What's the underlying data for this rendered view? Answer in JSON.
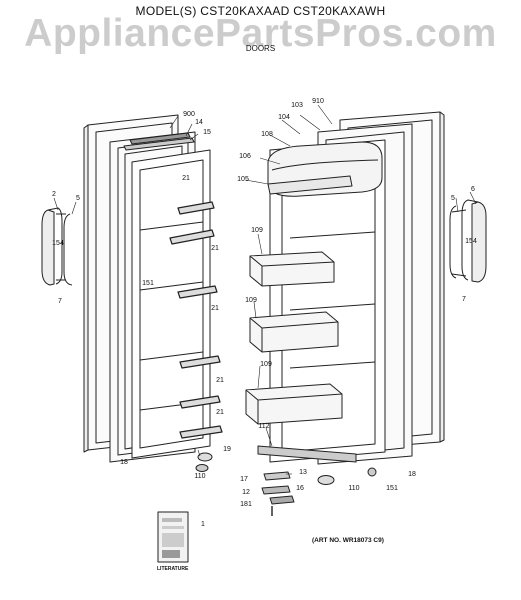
{
  "header": {
    "model_line": "MODEL(S) CST20KAXAAD CST20KAXAWH",
    "section": "DOORS"
  },
  "watermark": "AppliancePartsPros.com",
  "footer": {
    "art_number": "(ART NO. WR18073 C9)",
    "literature_label": "LITERATURE"
  },
  "callouts": [
    "900",
    "14",
    "15",
    "21",
    "21",
    "21",
    "21",
    "21",
    "2",
    "5",
    "154",
    "7",
    "151",
    "18",
    "19",
    "110",
    "910",
    "103",
    "104",
    "108",
    "106",
    "105",
    "109",
    "109",
    "109",
    "112",
    "13",
    "17",
    "16",
    "12",
    "181",
    "110",
    "151",
    "18",
    "6",
    "5",
    "154",
    "7",
    "1"
  ]
}
